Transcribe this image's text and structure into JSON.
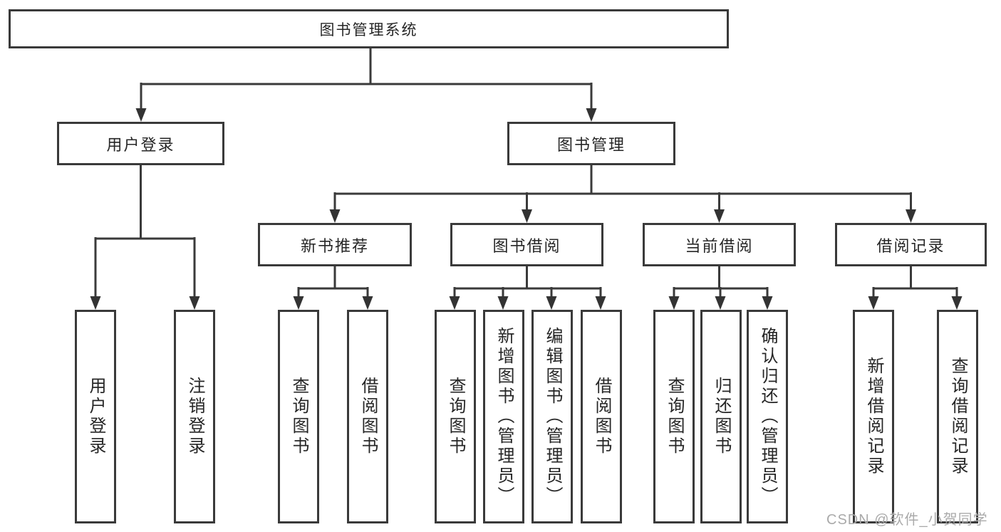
{
  "diagram_title": "图书管理系统",
  "nodes": {
    "root": "图书管理系统",
    "level2": [
      "用户登录",
      "图书管理"
    ],
    "level3": [
      "新书推荐",
      "图书借阅",
      "当前借阅",
      "借阅记录"
    ],
    "leaves": [
      "用户登录",
      "注销登录",
      "查询图书",
      "借阅图书",
      "查询图书",
      "新增图书（管理员）",
      "编辑图书（管理员）",
      "借阅图书",
      "查询图书",
      "归还图书",
      "确认归还（管理员）",
      "新增借阅记录",
      "查询借阅记录"
    ]
  },
  "watermark": "CSDN @软件_小贺同学",
  "colors": {
    "line": "#3a3a3a",
    "text": "#262626",
    "background": "#ffffff",
    "watermark": "#aaaaaa"
  }
}
